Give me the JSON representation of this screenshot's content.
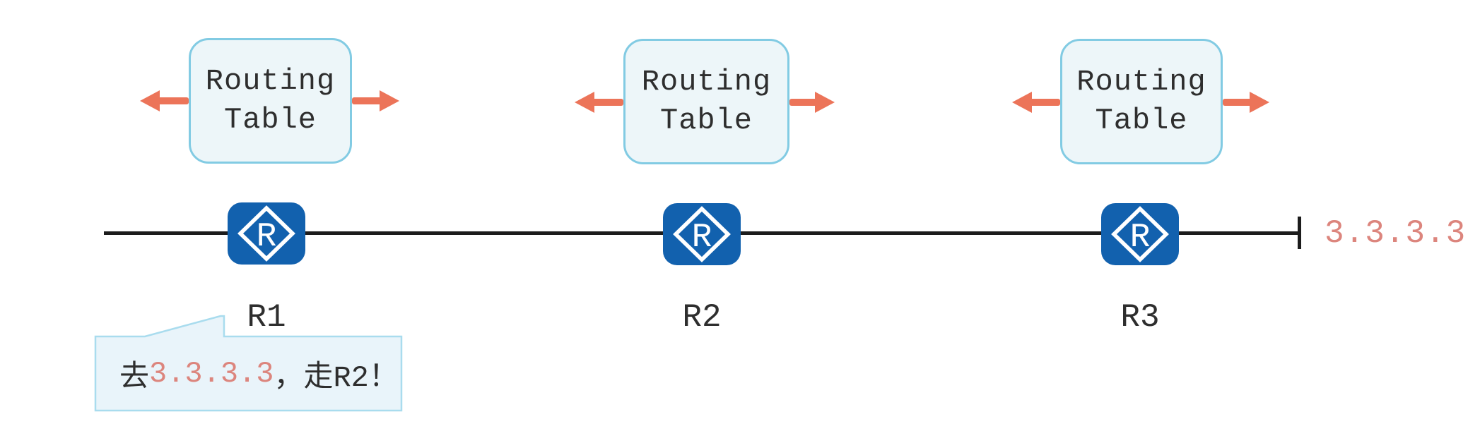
{
  "colors": {
    "background": "#ffffff",
    "router_blue": "#1261ae",
    "box_border": "#82cbe3",
    "box_fill": "#edf6f9",
    "bubble_border": "#a9dcee",
    "bubble_fill": "#e9f4fa",
    "arrow": "#ec7459",
    "highlight_red": "#dc857d",
    "text_dark": "#2e2e2e",
    "line_black": "#1c1c1c"
  },
  "routing_table_label": {
    "line1": "Routing",
    "line2": "Table"
  },
  "routers": [
    {
      "name": "R1",
      "icon_letter": "R"
    },
    {
      "name": "R2",
      "icon_letter": "R"
    },
    {
      "name": "R3",
      "icon_letter": "R"
    }
  ],
  "destination_ip": "3.3.3.3",
  "bubble": {
    "prefix": "去",
    "ip": "3.3.3.3",
    "suffix": "，走R2！"
  }
}
